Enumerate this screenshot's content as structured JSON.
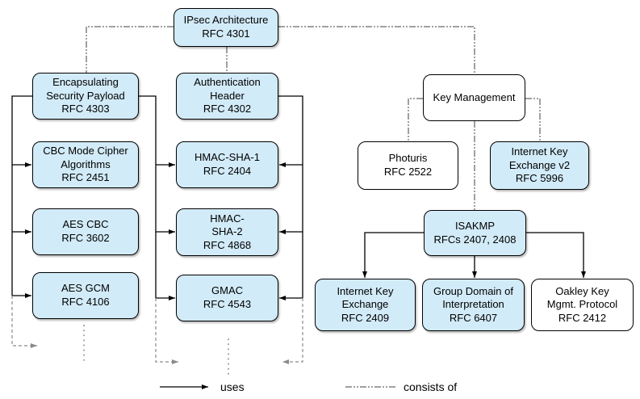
{
  "nodes": [
    {
      "id": "ipsec",
      "label": "IPsec Architecture\nRFC 4301",
      "style": "blue"
    },
    {
      "id": "esp",
      "label": "Encapsulating\nSecurity Payload\nRFC 4303",
      "style": "blue"
    },
    {
      "id": "ah",
      "label": "Authentication\nHeader\nRFC 4302",
      "style": "blue"
    },
    {
      "id": "cbc",
      "label": "CBC Mode Cipher\nAlgorithms\nRFC 2451",
      "style": "blue"
    },
    {
      "id": "hmacsha1",
      "label": "HMAC-SHA-1\nRFC 2404",
      "style": "blue"
    },
    {
      "id": "aescbc",
      "label": "AES CBC\nRFC 3602",
      "style": "blue"
    },
    {
      "id": "hmacsha2",
      "label": "HMAC-\nSHA-2\nRFC 4868",
      "style": "blue"
    },
    {
      "id": "aesgcm",
      "label": "AES GCM\nRFC 4106",
      "style": "blue"
    },
    {
      "id": "gmac",
      "label": "GMAC\nRFC 4543",
      "style": "blue"
    },
    {
      "id": "keymgmt",
      "label": "Key Management",
      "style": "white"
    },
    {
      "id": "photuris",
      "label": "Photuris\nRFC 2522",
      "style": "white"
    },
    {
      "id": "ikev2",
      "label": "Internet Key\nExchange v2\nRFC 5996",
      "style": "blue"
    },
    {
      "id": "isakmp",
      "label": "ISAKMP\nRFCs 2407, 2408",
      "style": "blue"
    },
    {
      "id": "ike",
      "label": "Internet Key\nExchange\nRFC 2409",
      "style": "blue"
    },
    {
      "id": "gdoi",
      "label": "Group Domain of\nInterpretation\nRFC 6407",
      "style": "blue"
    },
    {
      "id": "oakley",
      "label": "Oakley Key\nMgmt. Protocol\nRFC 2412",
      "style": "white"
    }
  ],
  "edges": {
    "consists_of": [
      [
        "ipsec",
        "esp"
      ],
      [
        "ipsec",
        "ah"
      ],
      [
        "ipsec",
        "keymgmt"
      ],
      [
        "keymgmt",
        "photuris"
      ],
      [
        "keymgmt",
        "ikev2"
      ],
      [
        "keymgmt",
        "isakmp"
      ]
    ],
    "uses": [
      [
        "esp",
        "cbc"
      ],
      [
        "esp",
        "aescbc"
      ],
      [
        "esp",
        "aesgcm"
      ],
      [
        "esp",
        "hmacsha1"
      ],
      [
        "esp",
        "hmacsha2"
      ],
      [
        "esp",
        "gmac"
      ],
      [
        "ah",
        "hmacsha1"
      ],
      [
        "ah",
        "hmacsha2"
      ],
      [
        "ah",
        "gmac"
      ],
      [
        "isakmp",
        "ike"
      ],
      [
        "isakmp",
        "gdoi"
      ],
      [
        "isakmp",
        "oakley"
      ]
    ],
    "continuation_ellipsis_below": [
      "aesgcm",
      "gmac"
    ]
  },
  "legend": {
    "uses_label": "uses",
    "consists_of_label": "consists of"
  },
  "colors": {
    "node_fill_blue": "#d2ebf8",
    "node_fill_white": "#ffffff",
    "node_border": "#000000",
    "uses_line": "#000000",
    "consists_of_line": "#404040",
    "continuation_gray": "#8a8a8a"
  }
}
